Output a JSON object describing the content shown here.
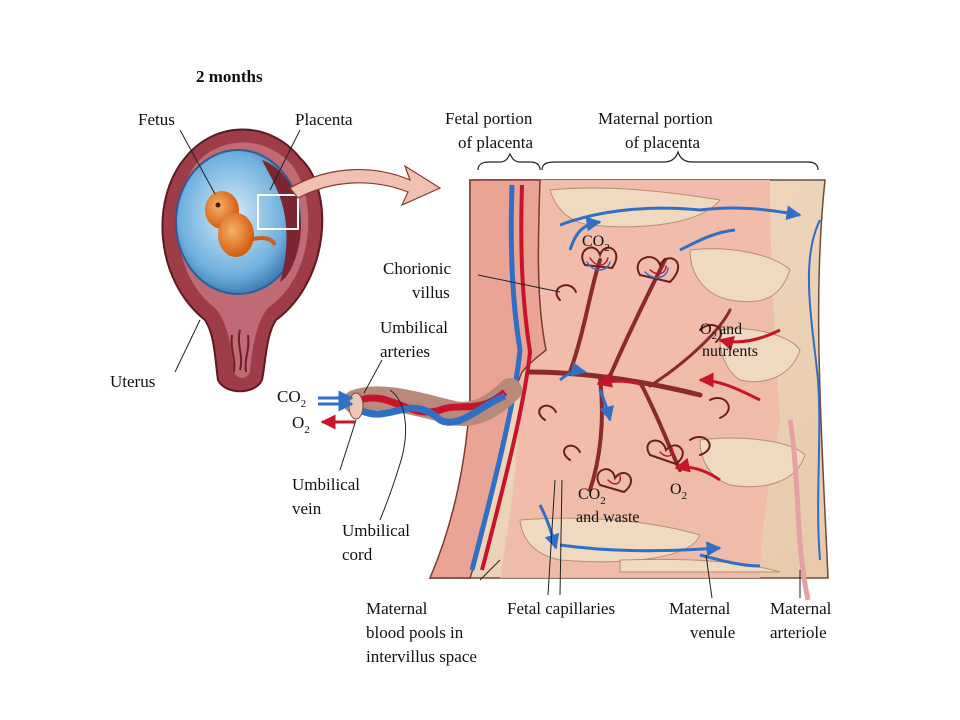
{
  "title": "2 months",
  "labels": {
    "fetus": "Fetus",
    "placenta": "Placenta",
    "uterus": "Uterus",
    "fetal_portion_1": "Fetal portion",
    "fetal_portion_2": "of placenta",
    "maternal_portion_1": "Maternal portion",
    "maternal_portion_2": "of placenta",
    "chorionic_1": "Chorionic",
    "chorionic_2": "villus",
    "umb_arteries_1": "Umbilical",
    "umb_arteries_2": "arteries",
    "co2_left": "CO",
    "o2_left": "O",
    "umb_vein_1": "Umbilical",
    "umb_vein_2": "vein",
    "umb_cord_1": "Umbilical",
    "umb_cord_2": "cord",
    "co2_top": "CO",
    "o2_nutrients_o": "O",
    "o2_nutrients_and": "and",
    "o2_nutrients_2": "nutrients",
    "co2_waste_co": "CO",
    "co2_waste_2": "and waste",
    "o2_lower": "O",
    "sub2": "2",
    "maternal_pools_1": "Maternal",
    "maternal_pools_2": "blood pools in",
    "maternal_pools_3": "intervillus space",
    "fetal_capillaries": "Fetal capillaries",
    "maternal_venule_1": "Maternal",
    "maternal_venule_2": "venule",
    "maternal_arteriole_1": "Maternal",
    "maternal_arteriole_2": "arteriole"
  },
  "colors": {
    "vein_blue": "#2f6fc4",
    "artery_red": "#c8142a",
    "tissue_pink": "#f1b9a8",
    "tissue_tan": "#efd9c0",
    "uterus_maroon": "#9e3c48",
    "amniotic_blue": "#5fa7d8",
    "fetus_orange": "#e8782a"
  }
}
